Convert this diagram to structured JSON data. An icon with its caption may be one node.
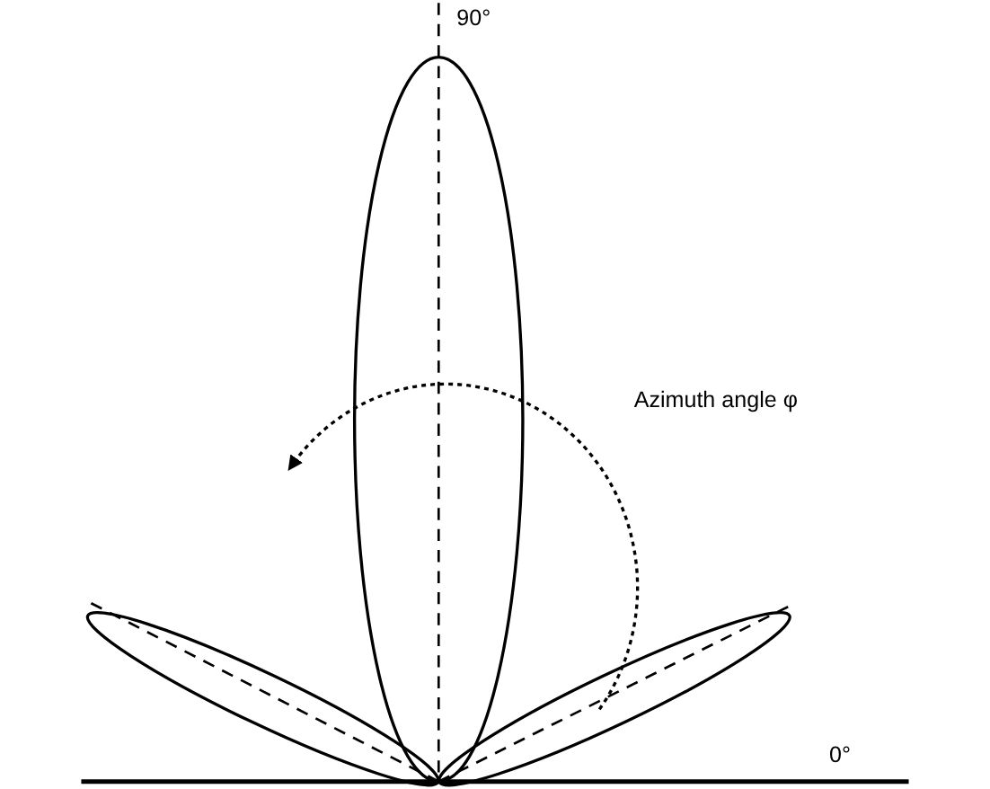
{
  "diagram": {
    "labels": [
      "90°",
      "Azimuth angle φ",
      "0°"
    ]
  }
}
